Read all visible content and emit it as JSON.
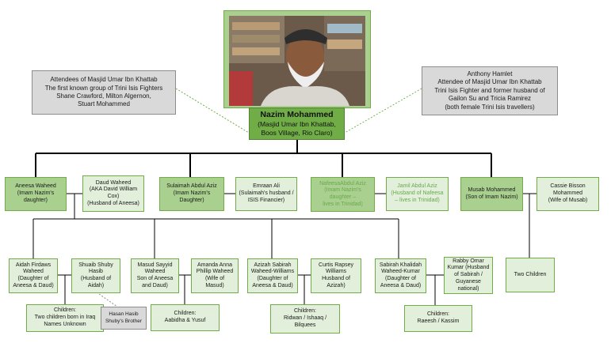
{
  "center": {
    "name": "Nazim Mohammed",
    "line1": "(Masjid Umar Ibn Khattab,",
    "line2": "Boos Village, Rio Claro)"
  },
  "notes": {
    "left": [
      "Attendees of Masjid Umar Ibn Khattab",
      "The first known group of Trini Isis Fighters",
      "Shane Crawford, Milton Algernon,",
      "Stuart Mohammed"
    ],
    "right": [
      "Anthony Hamlet",
      "Attendee of Masjid Umar Ibn Khattab",
      "Trini Isis Fighter and former husband of",
      "Gailon Su and Tricia Ramirez",
      "(both female Trini Isis travellers)"
    ]
  },
  "gen1": {
    "aneesa": [
      "Aneesa Waheed",
      "(Imam Nazim's",
      "daughter)"
    ],
    "daud": [
      "Daud Waheed",
      "(AKA David William",
      "Cox)",
      "(Husband of Aneesa)"
    ],
    "sulaimah": [
      "Sulaimah Abdul Aziz",
      "(Imam Nazim's",
      "Daughter)"
    ],
    "emraan": [
      "Emraan Ali",
      "(Sulaimah's husband /",
      "ISIS Financier)"
    ],
    "nafeesa": [
      "NafeesaAbdul Aziz",
      "(Imam Nazim's",
      "daughter –",
      "lives in Trinidad)"
    ],
    "jamil": [
      "Jamil Abdul Aziz",
      "(Husband of Nafeesa",
      "– lives in Trinidad)"
    ],
    "musab": [
      "Musab Mohammed",
      "(Son of Imam Nazim)"
    ],
    "cassie": [
      "Cassie Bisson",
      "Mohammed",
      "(Wife of Musab)"
    ]
  },
  "gen2": {
    "aidah": [
      "Aidah Firdaws",
      "Waheed",
      "(Daughter of",
      "Aneesa & Daud)"
    ],
    "shuaib": [
      "Shuaib Shuby",
      "Hasib",
      "(Husband of",
      "Aidah)"
    ],
    "masud": [
      "Masud Sayyid",
      "Waheed",
      "Son of Aneesa",
      "and Daud)"
    ],
    "amanda": [
      "Amanda Anna",
      "Phillip Waheed",
      "(Wife of",
      "Masud)"
    ],
    "azizah": [
      "Azizah Sabirah",
      "Waheed-Williams",
      "(Daughter of",
      "Aneesa & Daud)"
    ],
    "curtis": [
      "Curtis Rapsey",
      "Williams",
      "Husband of",
      "Azizah)"
    ],
    "sabirah": [
      "Sabirah Khalidah",
      "Waheed-Kumar",
      "(Daughter of",
      "Aneesa & Daud)"
    ],
    "rabby": [
      "Rabby Omar",
      "Kumar (Husband",
      "of Sabirah /",
      "Guyanese",
      "national)"
    ],
    "musab_children": [
      "Two Children"
    ]
  },
  "gen3": {
    "aidah_children": [
      "Children:",
      "Two children born in Iraq",
      "Names Unknown"
    ],
    "hasan": [
      "Hasan Hasib",
      "Shuby's Brother"
    ],
    "masud_children": [
      "Children:",
      "Aabidha & Yusuf"
    ],
    "azizah_children": [
      "Children:",
      "Ridwan / Ishaaq /",
      "Bilquees"
    ],
    "sabirah_children": [
      "Children:",
      "Raeesh / Kassim"
    ]
  },
  "colors": {
    "dark_green": "#a9d08e",
    "light_green": "#e2efda",
    "title_green": "#70ad47",
    "note_grey": "#d9d9d9",
    "faded_text": "#6aa84f"
  }
}
